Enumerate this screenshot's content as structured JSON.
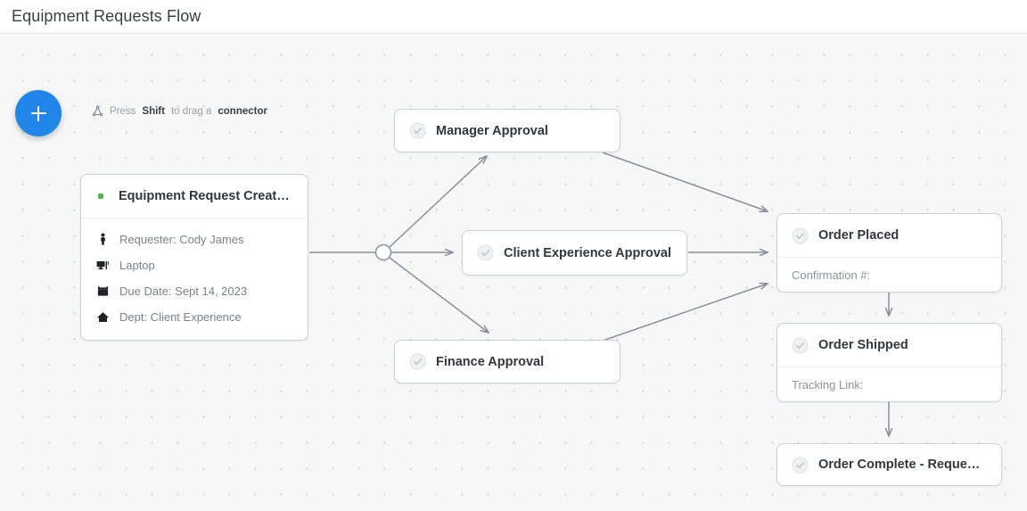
{
  "header": {
    "title": "Equipment Requests Flow"
  },
  "toolbar": {
    "add_button_label": "+",
    "add_icon": "plus-icon",
    "hint_icon": "connector-icon",
    "hint_prefix": "Press ",
    "hint_key": "Shift",
    "hint_middle": " to drag a ",
    "hint_target": "connector"
  },
  "colors": {
    "accent": "#2086e8",
    "canvas": "#f7f7f8",
    "grid_dot": "#d9d9dc",
    "node_border": "#ccd0da",
    "edge": "#8a8f98",
    "status_dot": "#5ab552",
    "title_text": "#32363d",
    "muted_text": "#8d939c"
  },
  "nodes": {
    "request": {
      "status_icon": "green-status-dot",
      "title": "Equipment Request Created …",
      "fields": [
        {
          "icon": "person-icon",
          "label": "Requester: Cody James"
        },
        {
          "icon": "monitor-icon",
          "label": "Laptop"
        },
        {
          "icon": "calendar-icon",
          "label": "Due Date: Sept 14, 2023"
        },
        {
          "icon": "home-icon",
          "label": "Dept: Client Experience"
        }
      ]
    },
    "manager": {
      "icon": "check-circle-icon",
      "title": "Manager Approval"
    },
    "client": {
      "icon": "check-circle-icon",
      "title": "Client Experience Approval"
    },
    "finance": {
      "icon": "check-circle-icon",
      "title": "Finance Approval"
    },
    "placed": {
      "icon": "check-circle-icon",
      "title": "Order Placed",
      "field": "Confirmation #:"
    },
    "shipped": {
      "icon": "check-circle-icon",
      "title": "Order Shipped",
      "field": "Tracking Link:"
    },
    "complete": {
      "icon": "check-circle-icon",
      "title": "Order Complete - Request …"
    }
  }
}
